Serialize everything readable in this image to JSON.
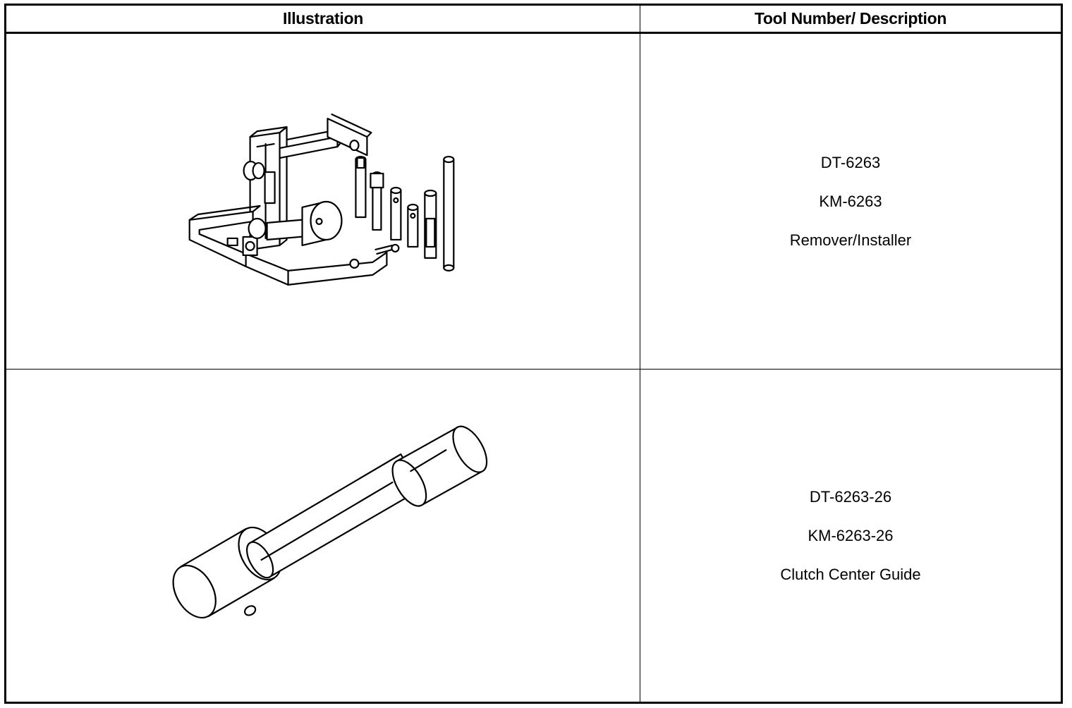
{
  "table": {
    "headers": {
      "illustration": "Illustration",
      "description": "Tool Number/ Description"
    },
    "rows": [
      {
        "illustration_icon": "remover-installer-tool-kit-icon",
        "lines": [
          "DT-6263",
          "KM-6263",
          "Remover/Installer"
        ]
      },
      {
        "illustration_icon": "clutch-center-guide-tool-icon",
        "lines": [
          "DT-6263-26",
          "KM-6263-26",
          "Clutch Center Guide"
        ]
      }
    ]
  }
}
